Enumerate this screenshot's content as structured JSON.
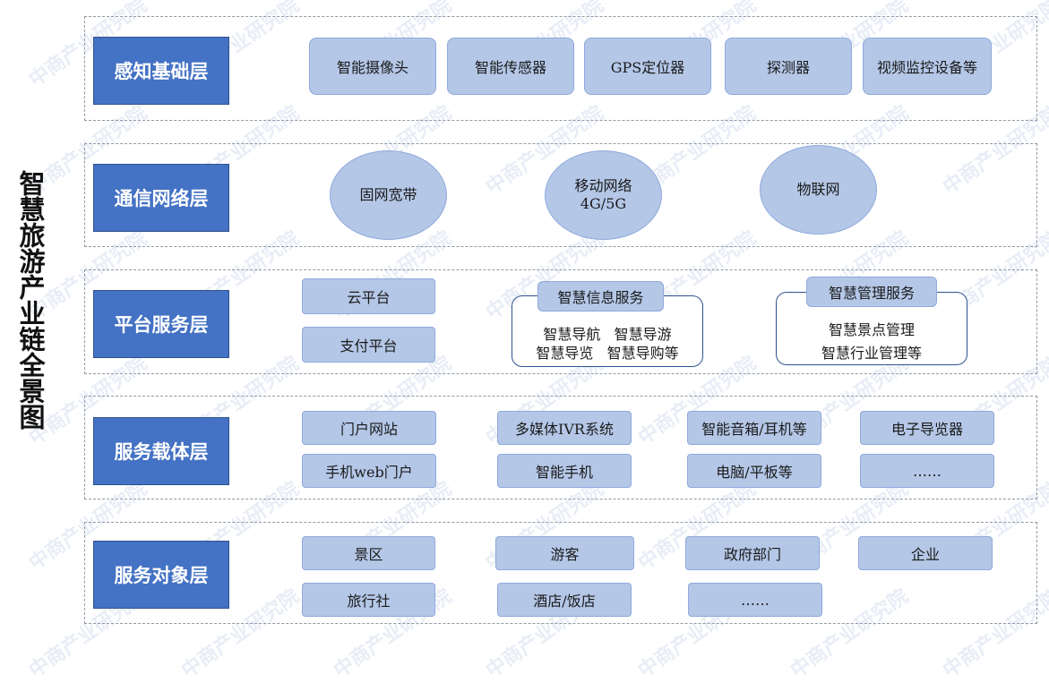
{
  "title": "智慧旅游产业链全景图",
  "watermark": "中商产业研究院",
  "colors": {
    "label_bg": "#4472c4",
    "box_bg": "#b4c7e7",
    "border": "#8f9aa6"
  },
  "layers": [
    {
      "label": "感知基础层",
      "items": [
        "智能摄像头",
        "智能传感器",
        "GPS定位器",
        "探测器",
        "视频监控设备等"
      ]
    },
    {
      "label": "通信网络层",
      "items": [
        {
          "line1": "固网宽带",
          "line2": ""
        },
        {
          "line1": "移动网络",
          "line2": "4G/5G"
        },
        {
          "line1": "物联网",
          "line2": ""
        }
      ]
    },
    {
      "label": "平台服务层",
      "items": [
        "云平台",
        "支付平台"
      ],
      "info_group": {
        "head": "智慧信息服务",
        "line1": "智慧导航   智慧导游",
        "line2": "智慧导览   智慧导购等"
      },
      "mgmt_group": {
        "head": "智慧管理服务",
        "line1": "智慧景点管理",
        "line2": "智慧行业管理等"
      }
    },
    {
      "label": "服务载体层",
      "items": [
        "门户网站",
        "手机web门户",
        "多媒体IVR系统",
        "智能手机",
        "智能音箱/耳机等",
        "电脑/平板等",
        "电子导览器",
        "……"
      ]
    },
    {
      "label": "服务对象层",
      "items": [
        "景区",
        "旅行社",
        "游客",
        "酒店/饭店",
        "政府部门",
        "……",
        "企业"
      ]
    }
  ]
}
